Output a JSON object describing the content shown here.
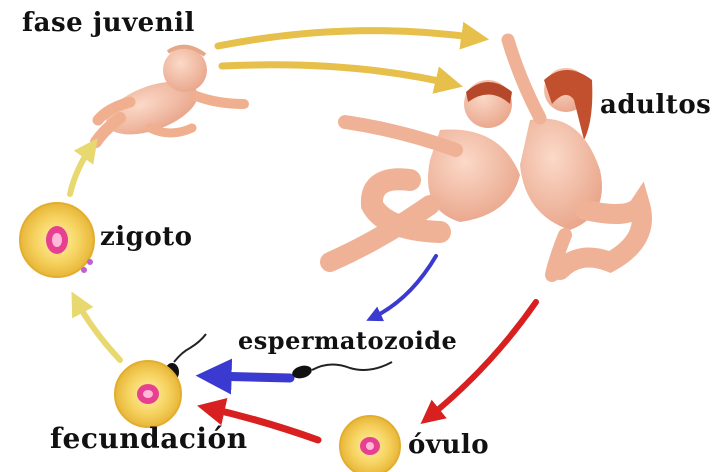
{
  "labels": {
    "juvenile_phase": "fase juvenil",
    "adults": "adultos",
    "zygote": "zigoto",
    "sperm": "espermatozoide",
    "fertilization": "fecundación",
    "ovum": "óvulo"
  },
  "colors": {
    "cycle_arrow": "#e8d870",
    "adult_arrow": "#e6c04a",
    "sperm_arrow": "#3b3ad0",
    "ovum_arrow": "#d82020",
    "cell_fill": "#f4c542",
    "nucleus": "#e84090",
    "skin": "#f2b8a0"
  }
}
